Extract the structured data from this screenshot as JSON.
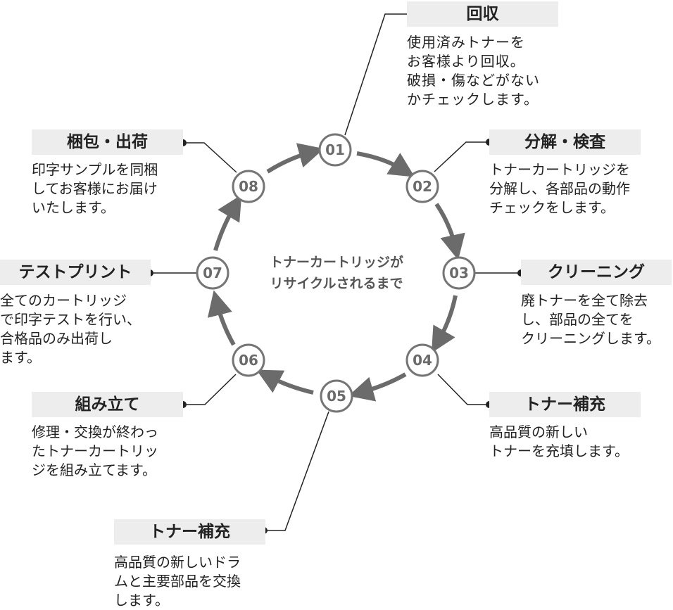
{
  "center": {
    "line1": "トナーカートリッジが",
    "line2": "リサイクルされるまで"
  },
  "nodes": [
    "01",
    "02",
    "03",
    "04",
    "05",
    "06",
    "07",
    "08"
  ],
  "steps": [
    {
      "num": "01",
      "title": "回収",
      "desc": "使用済みトナーを\nお客様より回収。\n破損・傷などがない\nかチェックします。"
    },
    {
      "num": "02",
      "title": "分解・検査",
      "desc": "トナーカートリッジを\n分解し、各部品の動作\nチェックをします。"
    },
    {
      "num": "03",
      "title": "クリーニング",
      "desc": "廃トナーを全て除去\nし、部品の全てを\nクリーニングします。"
    },
    {
      "num": "04",
      "title": "トナー補充",
      "desc": "高品質の新しい\nトナーを充填します。"
    },
    {
      "num": "05",
      "title": "トナー補充",
      "desc": "高品質の新しいドラ\nムと主要部品を交換\nします。"
    },
    {
      "num": "06",
      "title": "組み立て",
      "desc": "修理・交換が終わっ\nたトナーカートリッ\nジを組み立てます。"
    },
    {
      "num": "07",
      "title": "テストプリント",
      "desc": "全てのカートリッジ\nで印字テストを行い、\n合格品のみ出荷し\nます。"
    },
    {
      "num": "08",
      "title": "梱包・出荷",
      "desc": "印字サンプルを同梱\nしてお客様にお届け\nいたします。"
    }
  ],
  "colors": {
    "arrow": "#6b6b6b",
    "node_stroke": "#757575",
    "node_text": "#6b6b6b",
    "leader": "#222222",
    "label_bg": "#ededed"
  }
}
